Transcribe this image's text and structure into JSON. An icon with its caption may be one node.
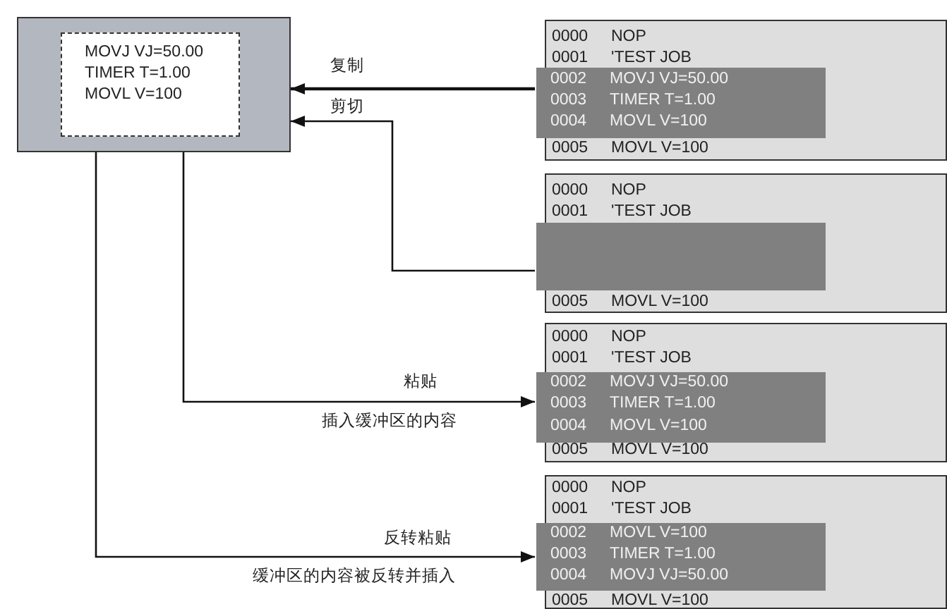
{
  "diagram": {
    "nodes": [
      {
        "text": [],
        "shape": "box"
      },
      {
        "text": [
          "MOVJ VJ=50.00",
          "TIMER T=1.00",
          "MOVL V=100"
        ],
        "in": 0
      },
      {
        "text": [
          "0000",
          "NOP",
          "0001",
          "'TEST JOB",
          "0005",
          "MOVL V=100"
        ]
      },
      {
        "text": [
          "0002",
          "MOVJ VJ=50.00",
          "0003",
          "TIMER T=1.00",
          "0004",
          "MOVL V=100"
        ],
        "in": 2
      },
      {
        "text": [
          "0000",
          "NOP",
          "0001",
          "'TEST JOB",
          "0005",
          "MOVL V=100"
        ]
      },
      {
        "text": [],
        "shape": "bar",
        "in": 4
      },
      {
        "text": [
          "0000",
          "NOP",
          "0001",
          "'TEST JOB",
          "0005",
          "MOVL V=100"
        ]
      },
      {
        "text": [
          "0002",
          "MOVJ VJ=50.00",
          "0003",
          "TIMER T=1.00",
          "0004",
          "MOVL V=100"
        ],
        "in": 6
      },
      {
        "text": [
          "0000",
          "NOP",
          "0001",
          "'TEST JOB",
          "0005",
          "MOVL V=100"
        ]
      },
      {
        "text": [
          "0002",
          "MOVL V=100",
          "0003",
          "TIMER T=1.00",
          "0004",
          "MOVJ VJ=50.00"
        ],
        "in": 8
      }
    ],
    "edges": [
      {
        "from": 3,
        "to": 0,
        "arrow": "to",
        "label": "复制"
      },
      {
        "from": 5,
        "to": 0,
        "arrow": "to",
        "label": "剪切"
      },
      {
        "from": 1,
        "to": 7,
        "arrow": "to",
        "label": "粘贴"
      },
      {
        "from": 1,
        "to": 9,
        "arrow": "to",
        "label": "反转粘贴"
      }
    ],
    "labels": [
      "插入缓冲区的内容",
      "缓冲区的内容被反转并插入"
    ]
  }
}
